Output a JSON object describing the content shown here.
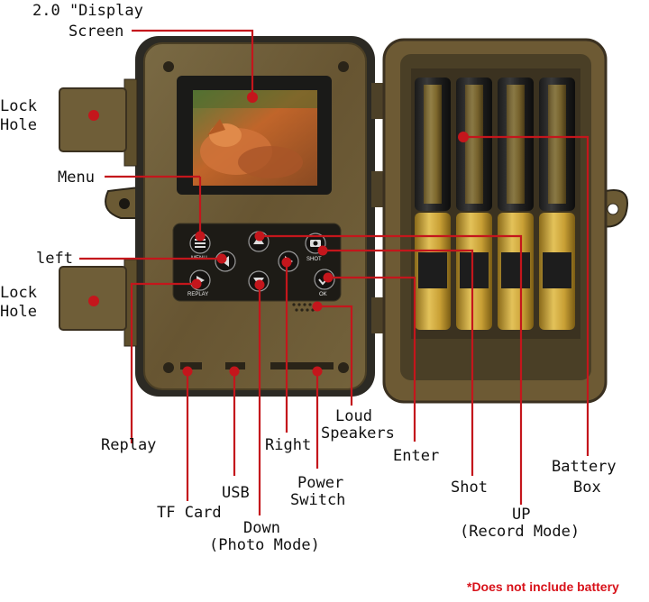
{
  "labels": {
    "display_line1": "2.0 \"Display",
    "display_line2": "Screen",
    "lock_hole_top_1": "Lock",
    "lock_hole_top_2": "Hole",
    "menu": "Menu",
    "left": "left",
    "lock_hole_bottom_1": "Lock",
    "lock_hole_bottom_2": "Hole",
    "replay": "Replay",
    "tf_card": "TF Card",
    "usb": "USB",
    "down_1": "Down",
    "down_2": "(Photo Mode)",
    "right": "Right",
    "power_1": "Power",
    "power_2": "Switch",
    "loud_1": "Loud",
    "loud_2": "Speakers",
    "enter": "Enter",
    "shot": "Shot",
    "up_1": "UP",
    "up_2": "(Record Mode)",
    "battery_1": "Battery",
    "battery_2": "Box"
  },
  "note": "*Does not include battery",
  "device_text": {
    "menu_btn": "MENU",
    "replay_btn": "REPLAY",
    "shot_btn": "SHOT",
    "ok_btn": "OK"
  },
  "colors": {
    "pointer": "#c4161c",
    "camo": "#6e5a32",
    "frame": "#2c2a24",
    "battery_gold": "#c9a035"
  }
}
